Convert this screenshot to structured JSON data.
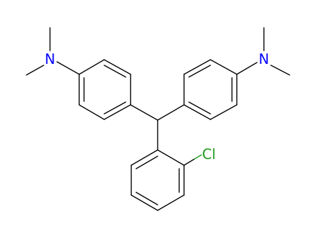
{
  "molecule": {
    "atoms": {
      "left_amine": {
        "label": "N",
        "color": "#0000ff"
      },
      "right_amine": {
        "label": "N",
        "color": "#0000ff"
      },
      "chlorine": {
        "label": "Cl",
        "color": "#1a9a1a"
      }
    },
    "bond_color": "#000000"
  }
}
